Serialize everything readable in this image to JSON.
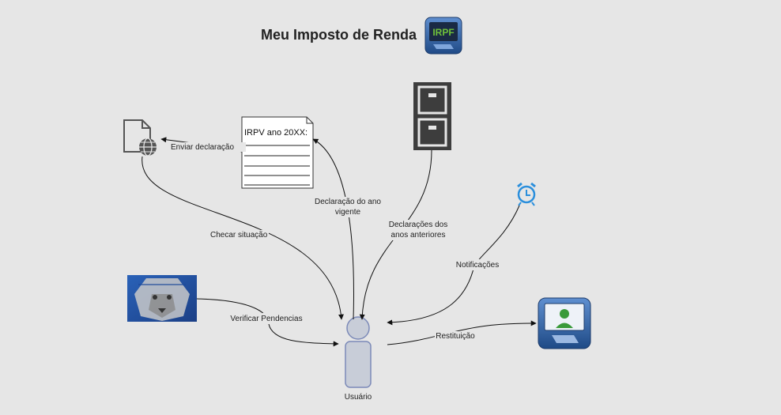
{
  "title": "Meu Imposto de Renda",
  "icons": {
    "irpf_logo": "IRPF",
    "document_web": "file-globe-icon",
    "irpv_document": "IRPV ano 20XX:",
    "cabinet": "filing-cabinet-icon",
    "clock": "alarm-clock-icon",
    "lion": "lion-image",
    "user": "user-actor-icon",
    "restitution_app": "receita-app-icon"
  },
  "labels": {
    "enviar": "Enviar declaração",
    "checar": "Checar situação",
    "declaracao_vigente_1": "Declaração do ano",
    "declaracao_vigente_2": "vigente",
    "declaracoes_anteriores_1": "Declarações dos",
    "declaracoes_anteriores_2": "anos anteriores",
    "notificacoes": "Notificações",
    "verificar": "Verificar Pendencias",
    "restituicao": "Restituição",
    "usuario": "Usuário"
  },
  "colors": {
    "background": "#e6e6e6",
    "actor_fill": "#c8cdd8",
    "actor_stroke": "#7c8ab8",
    "cabinet": "#3d3d3d",
    "clock": "#2b8fdc",
    "irpf_green": "#6fc13a",
    "app_blue": "#2f5d9c"
  }
}
